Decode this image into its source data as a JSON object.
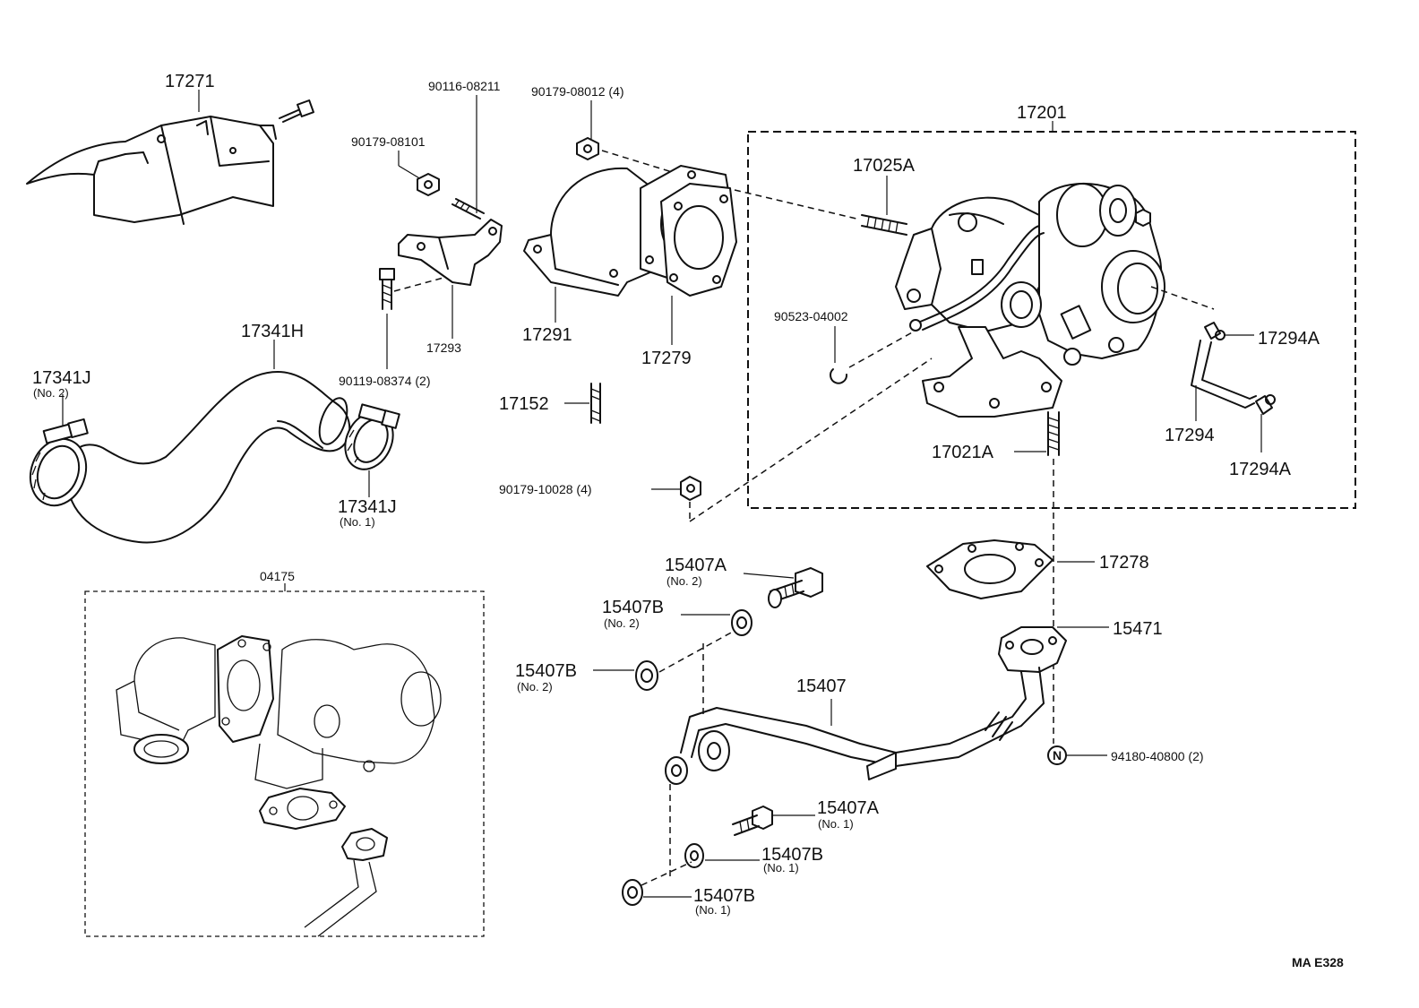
{
  "diagram_code": "MA E328",
  "parts": {
    "p17271": "17271",
    "p90116": "90116-08211",
    "p90179_08012": "90179-08012 (4)",
    "p90179_08101": "90179-08101",
    "p17201": "17201",
    "p17025A": "17025A",
    "p90523": "90523-04002",
    "p17294A_top": "17294A",
    "p17294": "17294",
    "p17294A_bot": "17294A",
    "p17021A": "17021A",
    "p17341H": "17341H",
    "p17341J_left": "17341J",
    "p17341J_left_sub": "(No. 2)",
    "p17293": "17293",
    "p17291": "17291",
    "p17279": "17279",
    "p90119": "90119-08374 (2)",
    "p17152": "17152",
    "p17341J_right": "17341J",
    "p17341J_right_sub": "(No. 1)",
    "p90179_10028": "90179-10028 (4)",
    "p04175": "04175",
    "p17278": "17278",
    "p15407A_top": "15407A",
    "p15407A_top_sub": "(No. 2)",
    "p15407B_a": "15407B",
    "p15407B_a_sub": "(No. 2)",
    "p15407B_b": "15407B",
    "p15407B_b_sub": "(No. 2)",
    "p15471": "15471",
    "p15407": "15407",
    "p94180": "94180-40800 (2)",
    "n_mark": "N",
    "p15407A_bot": "15407A",
    "p15407A_bot_sub": "(No. 1)",
    "p15407B_c": "15407B",
    "p15407B_c_sub": "(No. 1)",
    "p15407B_d": "15407B",
    "p15407B_d_sub": "(No. 1)"
  }
}
